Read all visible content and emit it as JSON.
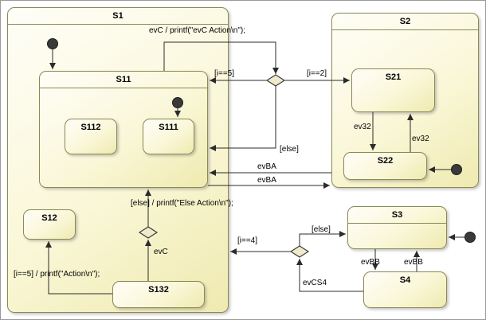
{
  "colors": {
    "state_fill_light": "#FFFEF8",
    "state_fill_dark": "#EFEAB0",
    "state_border": "#8A8A55",
    "connector": "#2B2B2B",
    "canvas_border": "#9A9A9A"
  },
  "states": {
    "s1": "S1",
    "s11": "S11",
    "s112": "S112",
    "s111": "S111",
    "s12": "S12",
    "s132": "S132",
    "s2": "S2",
    "s21": "S21",
    "s22": "S22",
    "s3": "S3",
    "s4": "S4"
  },
  "transitions": {
    "evc_top": "evC / printf(\"evC Action\\n\");",
    "guard_i5_top": "[i==5]",
    "guard_i2": "[i==2]",
    "guard_else_top": "[else]",
    "evba_to_s11": "evBA",
    "evba_to_s2": "evBA",
    "ev32_down": "ev32",
    "ev32_up": "ev32",
    "else_action": "[else] / printf(\"Else Action\\n\");",
    "evc_bottom": "evC",
    "i5_action": "[i==5] / printf(\"Action\\n\");",
    "guard_i4": "[i==4]",
    "guard_else_bottom": "[else]",
    "evcs4": "evCS4",
    "evbb_down": "evBB",
    "evbb_up": "evBB"
  }
}
